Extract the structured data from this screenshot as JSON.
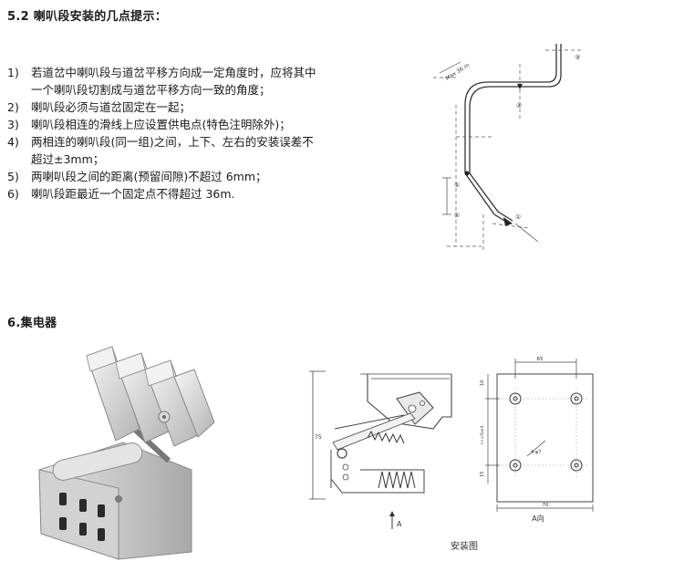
{
  "section_52": {
    "title": "5.2 喇叭段安装的几点提示：",
    "items": [
      {
        "num": "1)",
        "lines": [
          "若道岔中喇叭段与道岔平移方向成一定角度时，应将其中",
          "一个喇叭段切割成与道岔平移方向一致的角度；"
        ]
      },
      {
        "num": "2)",
        "lines": [
          "喇叭段必须与道岔固定在一起；"
        ]
      },
      {
        "num": "3)",
        "lines": [
          "喇叭段相连的滑线上应设置供电点(特色注明除外)；"
        ]
      },
      {
        "num": "4)",
        "lines": [
          "两相连的喇叭段(同一组)之间，上下、左右的安装误差不",
          "超过±3mm；"
        ]
      },
      {
        "num": "5)",
        "lines": [
          "两喇叭段之间的距离(预留间隙)不超过 6mm；"
        ]
      },
      {
        "num": "6)",
        "lines": [
          "喇叭段距最近一个固定点不得超过 36m."
        ]
      }
    ]
  },
  "horn_diagram": {
    "max_label": "Max 36 m",
    "markers": [
      "①",
      "②",
      "③",
      "①",
      "①"
    ]
  },
  "section_6": {
    "title": "6.集电器"
  },
  "install_drawing": {
    "caption": "安装图",
    "view_a_arrow": "A",
    "view_a_title": "A向",
    "dims": {
      "top_width": "65",
      "bottom_width": "70",
      "height_left": "75",
      "side_top": "10",
      "side_mid": "(<=5)±4",
      "side_low": "15",
      "hole": "4-φ7"
    }
  }
}
